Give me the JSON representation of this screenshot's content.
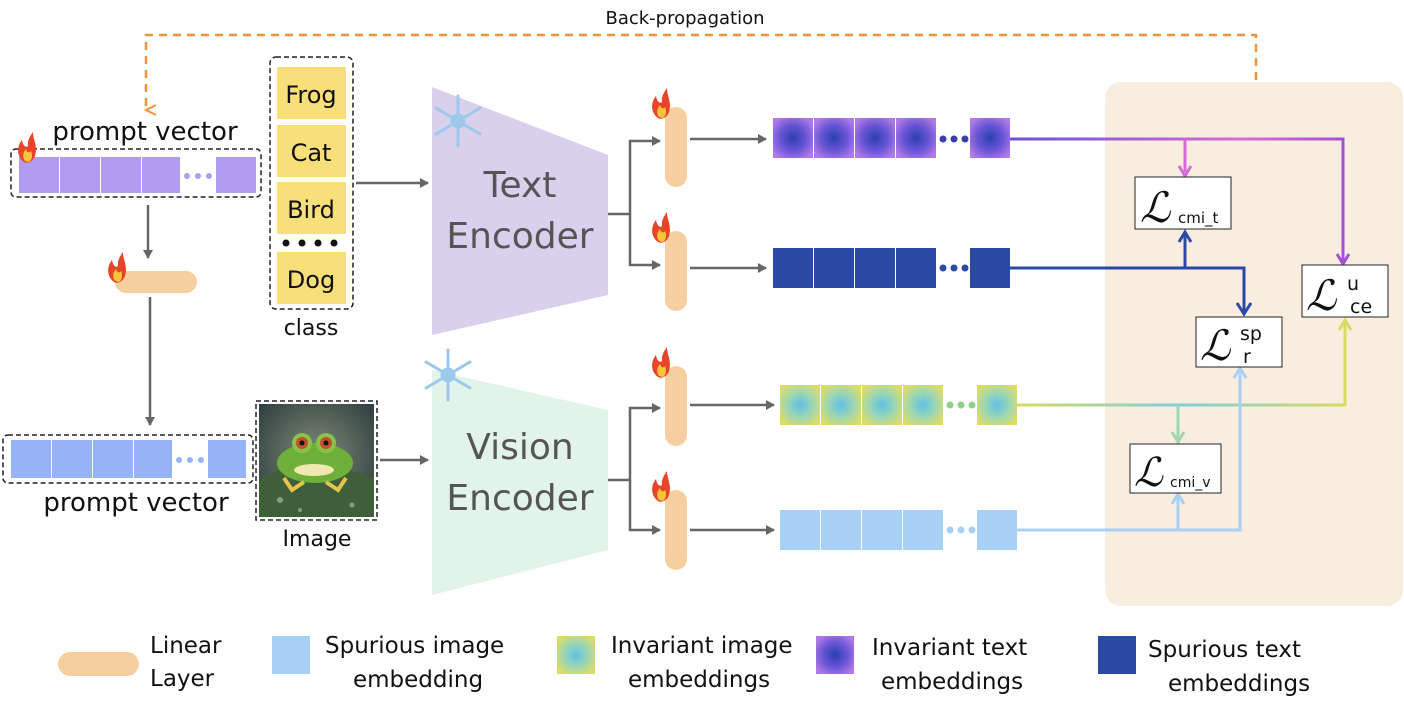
{
  "backprop_label": "Back-propagation",
  "prompt_vector_text_label": "prompt vector",
  "prompt_vector_image_label": "prompt vector",
  "classes": [
    "Frog",
    "Cat",
    "Bird",
    "Dog"
  ],
  "class_label": "class",
  "image_label": "Image",
  "text_encoder": [
    "Text",
    "Encoder"
  ],
  "vision_encoder": [
    "Vision",
    "Encoder"
  ],
  "losses": {
    "cmi_t": {
      "symbol": "ℒ",
      "sub": "cmi_t",
      "sup": ""
    },
    "cmi_v": {
      "symbol": "ℒ",
      "sub": "cmi_v",
      "sup": ""
    },
    "r_sp": {
      "symbol": "ℒ",
      "sub": "r",
      "sup": "sp"
    },
    "ce_u": {
      "symbol": "ℒ",
      "sub": "ce",
      "sup": "u"
    }
  },
  "legend": [
    {
      "lines": [
        "Linear",
        "Layer"
      ],
      "swatch": "linear"
    },
    {
      "lines": [
        "Spurious image",
        "embedding"
      ],
      "swatch": "spurious-image"
    },
    {
      "lines": [
        "Invariant image",
        "embeddings"
      ],
      "swatch": "invariant-image"
    },
    {
      "lines": [
        "Invariant text",
        "embeddings"
      ],
      "swatch": "invariant-text"
    },
    {
      "lines": [
        "Spurious text",
        "embeddings"
      ],
      "swatch": "spurious-text"
    }
  ],
  "colors": {
    "prompt_text": "#b09cf0",
    "prompt_image": "#97b3f7",
    "class_box": "#f8df7a",
    "linear": "#f5cfa0",
    "text_encoder": "#d8d0ec",
    "vision_encoder": "#e2f4ea",
    "spurious_text": "#2b4aa3",
    "spurious_image": "#a8d0f4",
    "loss_panel": "#f9ede0",
    "backprop": "#e9953a"
  }
}
